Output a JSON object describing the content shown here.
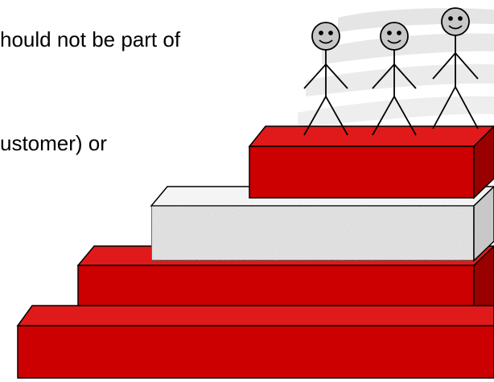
{
  "slide": {
    "text_lines": [
      "hould not be part of",
      "ustomer) or"
    ]
  },
  "illustration": {
    "description_icon": "stick-figures-on-staircase",
    "figure_count": 3,
    "step_count": 4,
    "colors": {
      "brick_red": "#cc0000",
      "brick_red_top": "#e01a1a",
      "brick_red_side": "#990000",
      "granite": "#e6e6e6",
      "granite_top": "#f4f4f4",
      "granite_side": "#c8c8c8",
      "figure_face": "#c8c8c8",
      "stroke": "#000000",
      "swoosh": "#d9d9d9"
    }
  }
}
